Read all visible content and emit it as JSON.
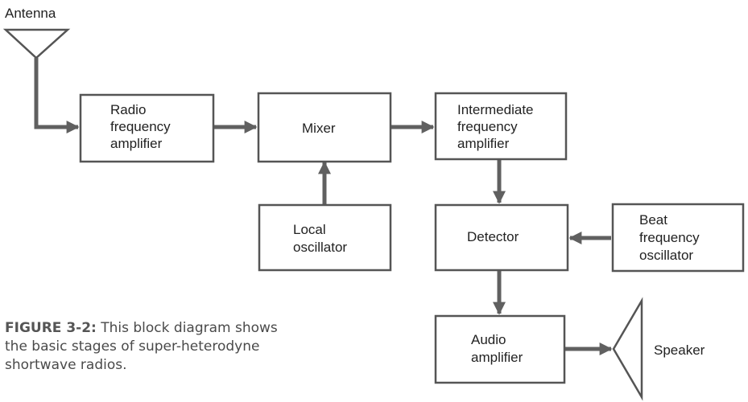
{
  "diagram": {
    "antenna_label": "Antenna",
    "speaker_label": "Speaker",
    "blocks": {
      "rf_amp": [
        "Radio",
        "frequency",
        "amplifier"
      ],
      "mixer": [
        "Mixer"
      ],
      "if_amp": [
        "Intermediate",
        "frequency",
        "amplifier"
      ],
      "local_osc": [
        "Local",
        "oscillator"
      ],
      "detector": [
        "Detector"
      ],
      "bfo": [
        "Beat",
        "frequency",
        "oscillator"
      ],
      "audio_amp": [
        "Audio",
        "amplifier"
      ]
    }
  },
  "caption": {
    "label": "FIGURE 3-2:",
    "text": "This block diagram shows the basic stages of super-heterodyne shortwave radios."
  }
}
